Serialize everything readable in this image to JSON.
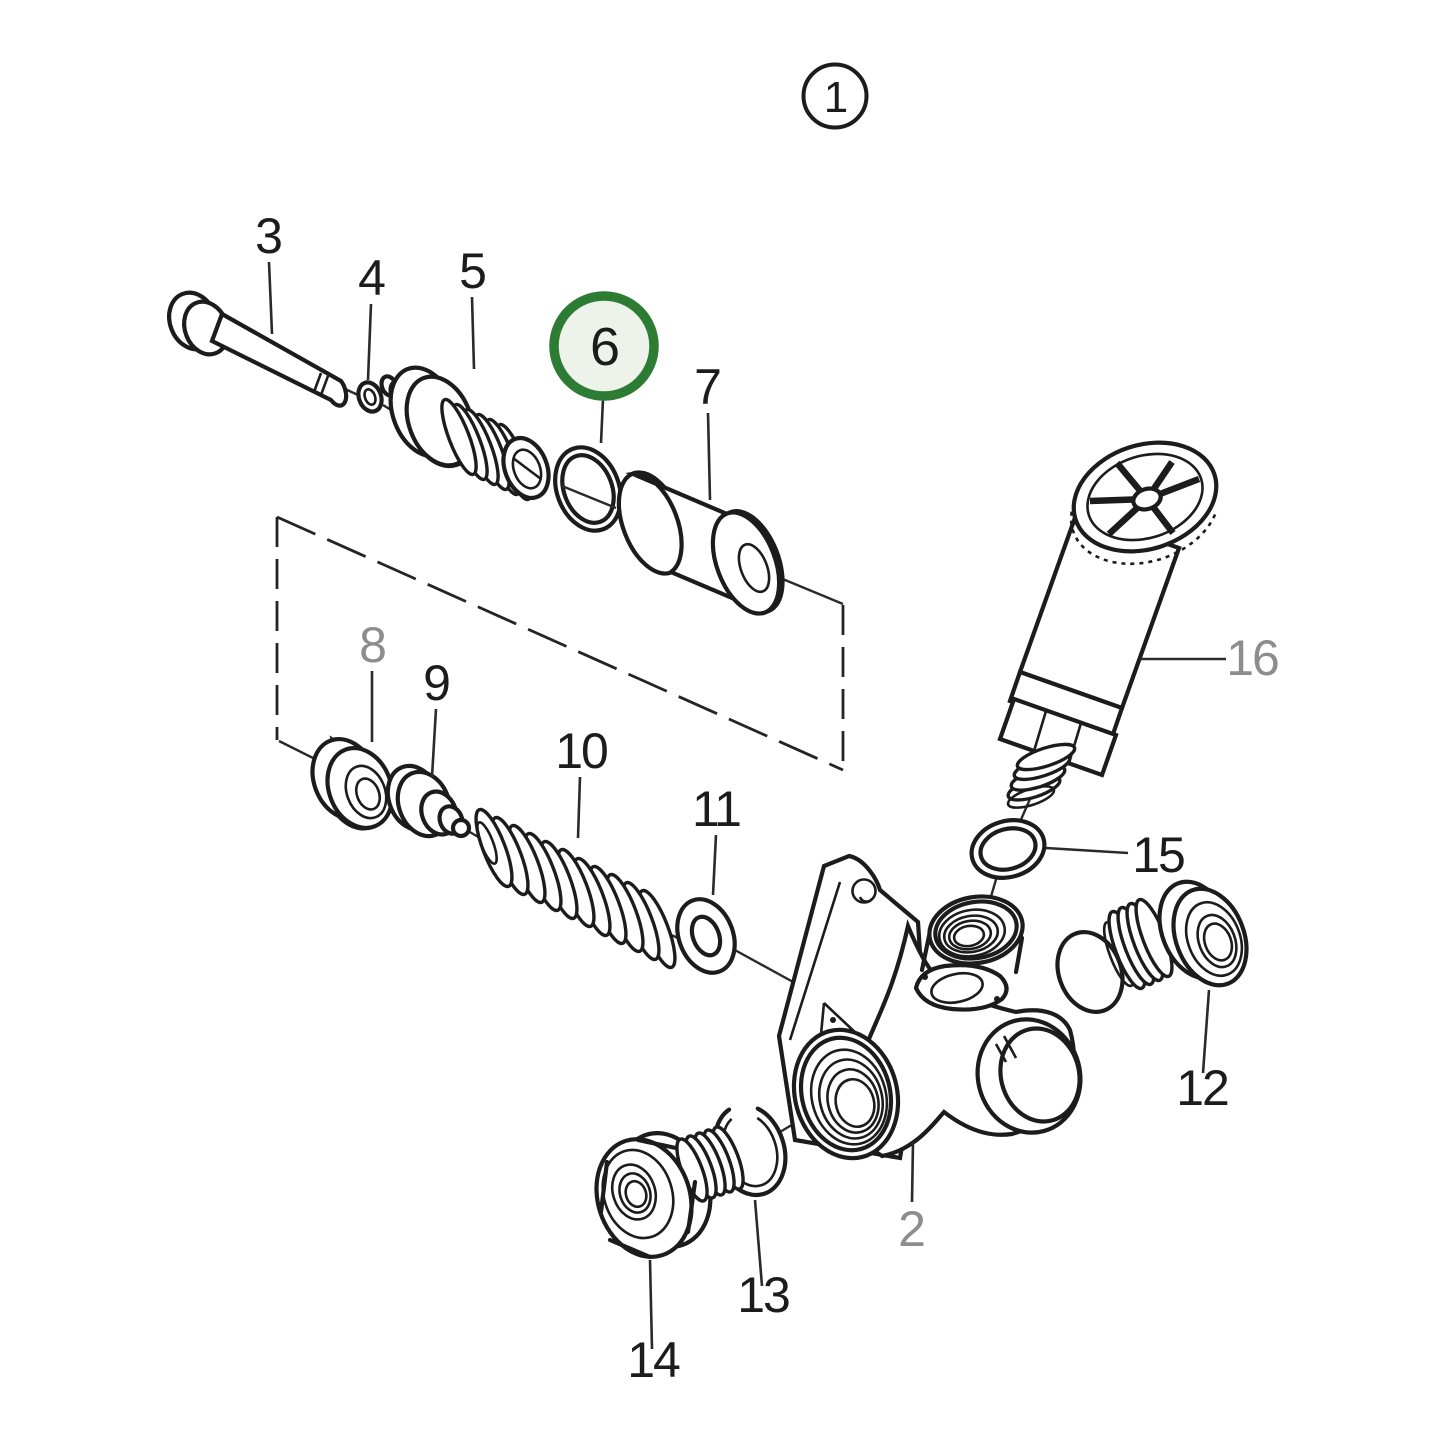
{
  "figure": {
    "kind": "exploded-parts-diagram",
    "subject": "fuel feed pump assembly",
    "assembly_callout": {
      "text": "1",
      "style": "circled"
    },
    "highlight": {
      "part": "6",
      "ring_color": "#2d7c33",
      "fill": "#edf2ea"
    },
    "colors": {
      "line": "#1c1c1c",
      "muted_label": "#8d8d8d",
      "label": "#1c1c1c"
    },
    "parts": [
      {
        "no": "1",
        "color": "black",
        "style": "circled-assembly-reference"
      },
      {
        "no": "2",
        "color": "gray",
        "style": "plain"
      },
      {
        "no": "3",
        "color": "black",
        "style": "plain"
      },
      {
        "no": "4",
        "color": "black",
        "style": "plain"
      },
      {
        "no": "5",
        "color": "black",
        "style": "plain"
      },
      {
        "no": "6",
        "color": "black",
        "style": "highlighted-green-circle"
      },
      {
        "no": "7",
        "color": "black",
        "style": "plain"
      },
      {
        "no": "8",
        "color": "gray",
        "style": "plain"
      },
      {
        "no": "9",
        "color": "black",
        "style": "plain"
      },
      {
        "no": "10",
        "color": "black",
        "style": "plain"
      },
      {
        "no": "11",
        "color": "black",
        "style": "plain"
      },
      {
        "no": "12",
        "color": "black",
        "style": "plain"
      },
      {
        "no": "13",
        "color": "black",
        "style": "plain"
      },
      {
        "no": "14",
        "color": "black",
        "style": "plain"
      },
      {
        "no": "15",
        "color": "black",
        "style": "plain"
      },
      {
        "no": "16",
        "color": "gray",
        "style": "plain"
      }
    ]
  }
}
